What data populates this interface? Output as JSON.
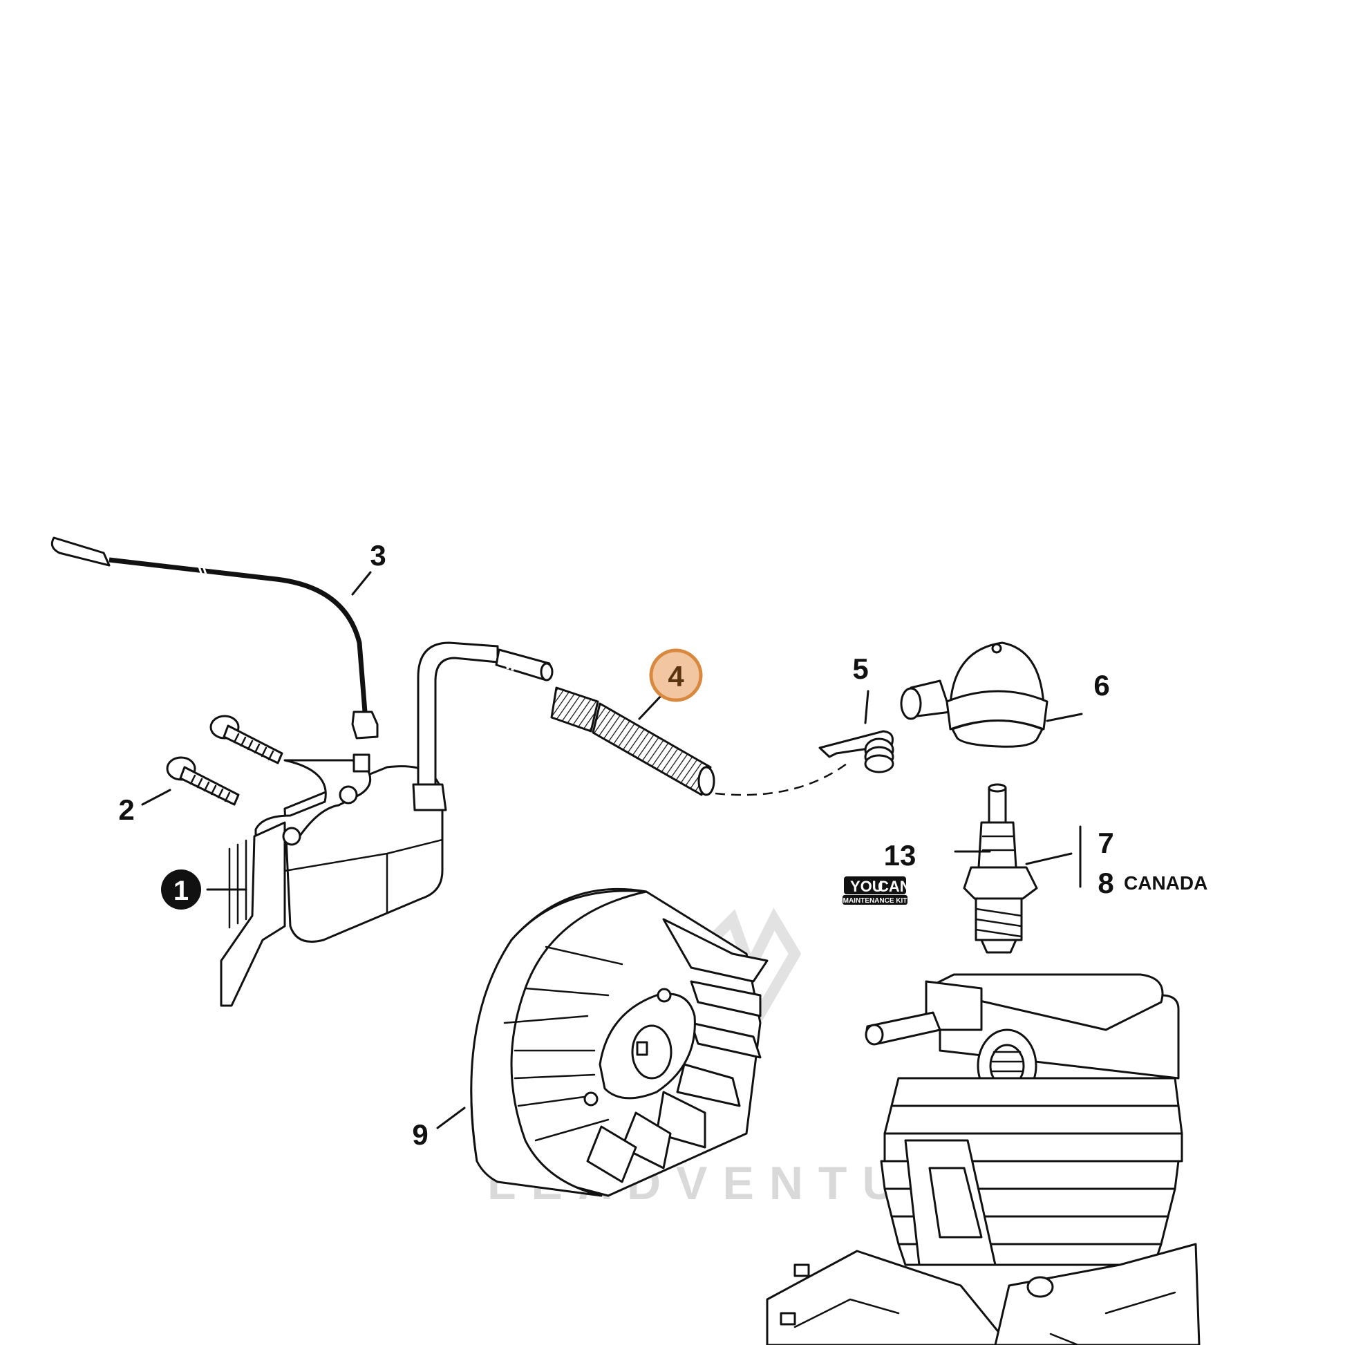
{
  "callouts": [
    {
      "id": "1",
      "label": "1",
      "style": "filled-black"
    },
    {
      "id": "2",
      "label": "2",
      "style": "plain"
    },
    {
      "id": "3",
      "label": "3",
      "style": "plain"
    },
    {
      "id": "4",
      "label": "4",
      "style": "highlighted-orange"
    },
    {
      "id": "5",
      "label": "5",
      "style": "plain"
    },
    {
      "id": "6",
      "label": "6",
      "style": "plain"
    },
    {
      "id": "7",
      "label": "7",
      "style": "plain"
    },
    {
      "id": "8",
      "label": "8",
      "style": "plain"
    },
    {
      "id": "9",
      "label": "9",
      "style": "plain"
    },
    {
      "id": "13",
      "label": "13",
      "style": "plain"
    }
  ],
  "region_note": "CANADA",
  "badge": {
    "line1": "YOU",
    "line1b": "CAN",
    "line2": "MAINTENANCE KIT"
  },
  "watermark": "LEADVENTURE",
  "colors": {
    "ink": "#111111",
    "highlight_fill": "#f2c6a0",
    "highlight_stroke": "#d9893f",
    "watermark": "#d9d9d9"
  },
  "parts": [
    {
      "name": "ignition-module",
      "icon": "ignition-coil-icon"
    },
    {
      "name": "screws",
      "icon": "screw-icon"
    },
    {
      "name": "short-circuit-wire",
      "icon": "wire-icon"
    },
    {
      "name": "spark-plug-wire-sleeve",
      "icon": "sleeve-icon"
    },
    {
      "name": "leg-spring",
      "icon": "spring-icon"
    },
    {
      "name": "spark-plug-boot",
      "icon": "boot-icon"
    },
    {
      "name": "spark-plug",
      "icon": "spark-plug-icon"
    },
    {
      "name": "flywheel",
      "icon": "flywheel-icon"
    },
    {
      "name": "engine-cylinder",
      "icon": "cylinder-icon"
    }
  ]
}
